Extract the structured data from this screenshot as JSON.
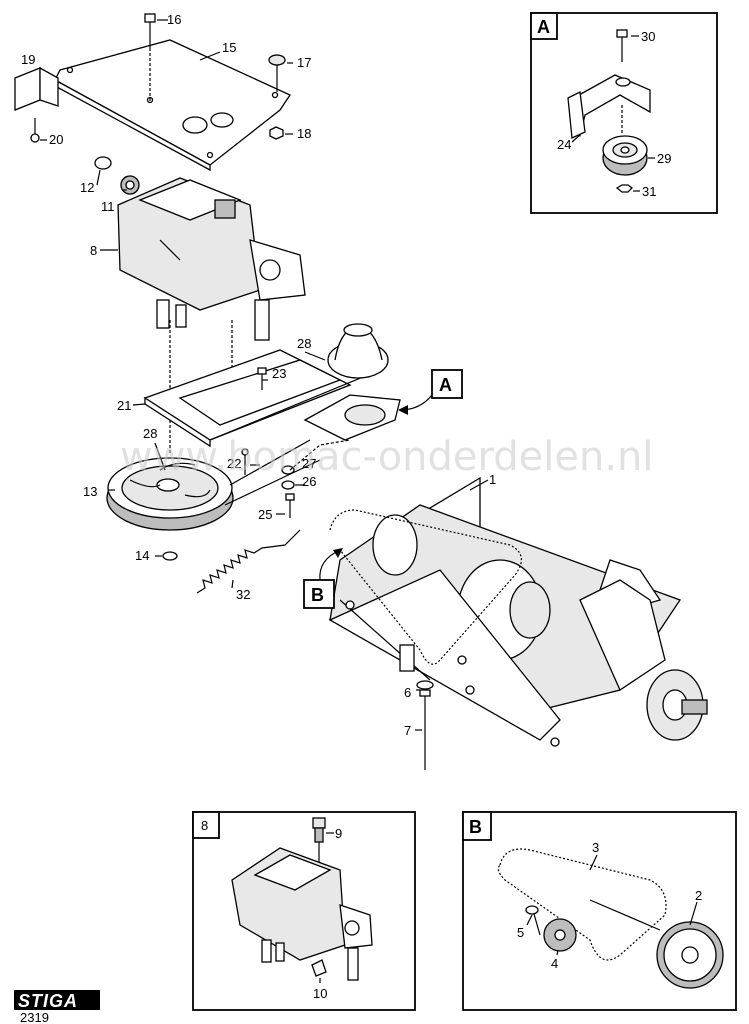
{
  "watermark": "www.bomac-onderdelen.nl",
  "brand": {
    "logo": "STIGA",
    "code": "2319"
  },
  "callouts": {
    "c1": "1",
    "c2": "2",
    "c3": "3",
    "c4": "4",
    "c5": "5",
    "c6": "6",
    "c7": "7",
    "c8": "8",
    "c9": "9",
    "c10": "10",
    "c11": "11",
    "c12": "12",
    "c13": "13",
    "c14": "14",
    "c15": "15",
    "c16": "16",
    "c17": "17",
    "c18": "18",
    "c19": "19",
    "c20": "20",
    "c21": "21",
    "c22": "22",
    "c23": "23",
    "c25": "25",
    "c26": "26",
    "c27": "27",
    "c28a": "28",
    "c28b": "28",
    "c29": "29",
    "c30": "30",
    "c31": "31",
    "c32": "32",
    "c24": "24"
  },
  "detail_boxes": {
    "a_title": "A",
    "a_ref": "A",
    "b_title": "B",
    "b_ref": "B",
    "eight_title": "8",
    "b_c2": "2",
    "b_c3": "3",
    "b_c4": "4",
    "b_c5": "5",
    "e_c9": "9",
    "e_c10": "10"
  }
}
